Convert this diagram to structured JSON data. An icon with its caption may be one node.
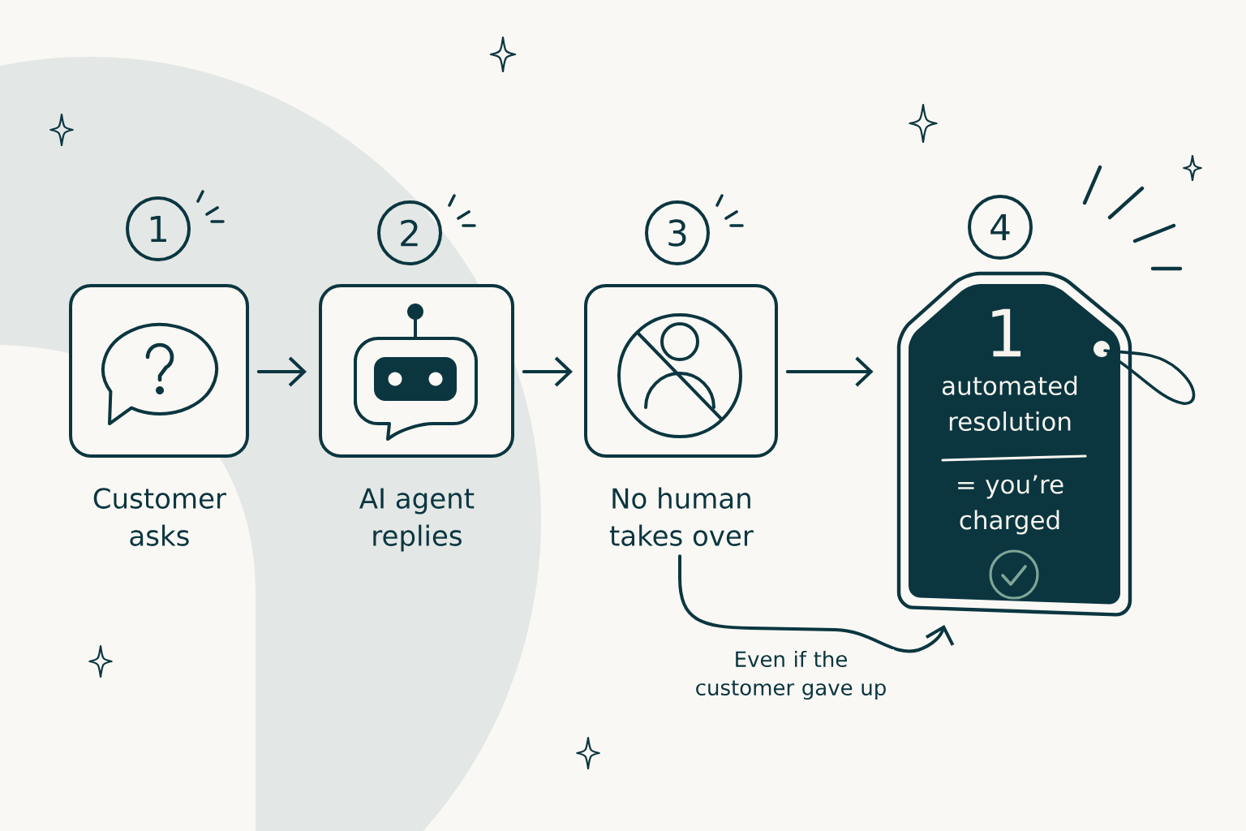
{
  "diagram": {
    "nodes": [
      {
        "text": [
          "1"
        ]
      },
      {
        "text": [
          "Customer asks"
        ]
      },
      {
        "text": [
          "2"
        ]
      },
      {
        "text": [
          "AI agent replies"
        ]
      },
      {
        "text": [
          "3"
        ]
      },
      {
        "text": [
          "No human takes over"
        ]
      },
      {
        "text": [
          "4"
        ]
      },
      {
        "text": [
          "1",
          "automated resolution",
          "= you’re charged"
        ]
      }
    ],
    "edges": [
      {
        "from": 1,
        "to": 3,
        "arrow": "to"
      },
      {
        "from": 3,
        "to": 5,
        "arrow": "to"
      },
      {
        "from": 5,
        "to": 7,
        "arrow": "to"
      },
      {
        "from": 5,
        "to": 7,
        "arrow": "to",
        "label": "Even if the customer gave up"
      }
    ]
  }
}
